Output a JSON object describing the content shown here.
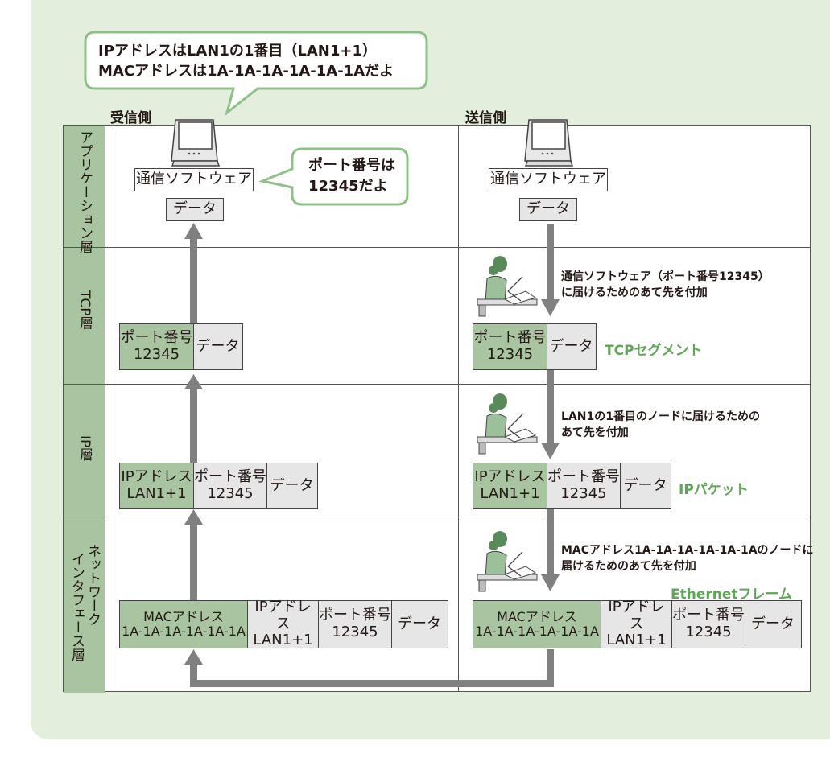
{
  "top_bubble": {
    "line1": "IPアドレスはLAN1の1番目（LAN1+1）",
    "line2": "MACアドレスは1A-1A-1A-1A-1A-1Aだよ"
  },
  "receiver_label": "受信側",
  "sender_label": "送信側",
  "layers": {
    "application": "アプリケーション層",
    "tcp": "TCP層",
    "ip": "IP層",
    "network_line1": "ネットワーク",
    "network_line2": "インタフェース層"
  },
  "software_label": "通信ソフトウェア",
  "data_label": "データ",
  "port_bubble": {
    "line1": "ポート番号は",
    "line2": "12345だよ"
  },
  "port_header": {
    "label": "ポート番号",
    "value": "12345"
  },
  "ip_header": {
    "label": "IPアドレス",
    "value": "LAN1+1"
  },
  "mac_header": {
    "label": "MACアドレス",
    "value": "1A-1A-1A-1A-1A-1A"
  },
  "notes": {
    "tcp_line1": "通信ソフトウェア（ポート番号12345）",
    "tcp_line2": "に届けるためのあて先を付加",
    "ip_line1": "LAN1の1番目のノードに届けるための",
    "ip_line2": "あて先を付加",
    "net_line1": "MACアドレス1A-1A-1A-1A-1A-1Aのノードに",
    "net_line2": "届けるためのあて先を付加"
  },
  "unit_names": {
    "tcp": "TCPセグメント",
    "ip": "IPパケット",
    "ethernet": "Ethernetフレーム"
  },
  "colors": {
    "panel": "#e3efdc",
    "header_green": "#a9c4a0",
    "accent_green": "#5fa757",
    "arrow": "#808080"
  },
  "icons": [
    "computer-icon",
    "worker-icon"
  ]
}
